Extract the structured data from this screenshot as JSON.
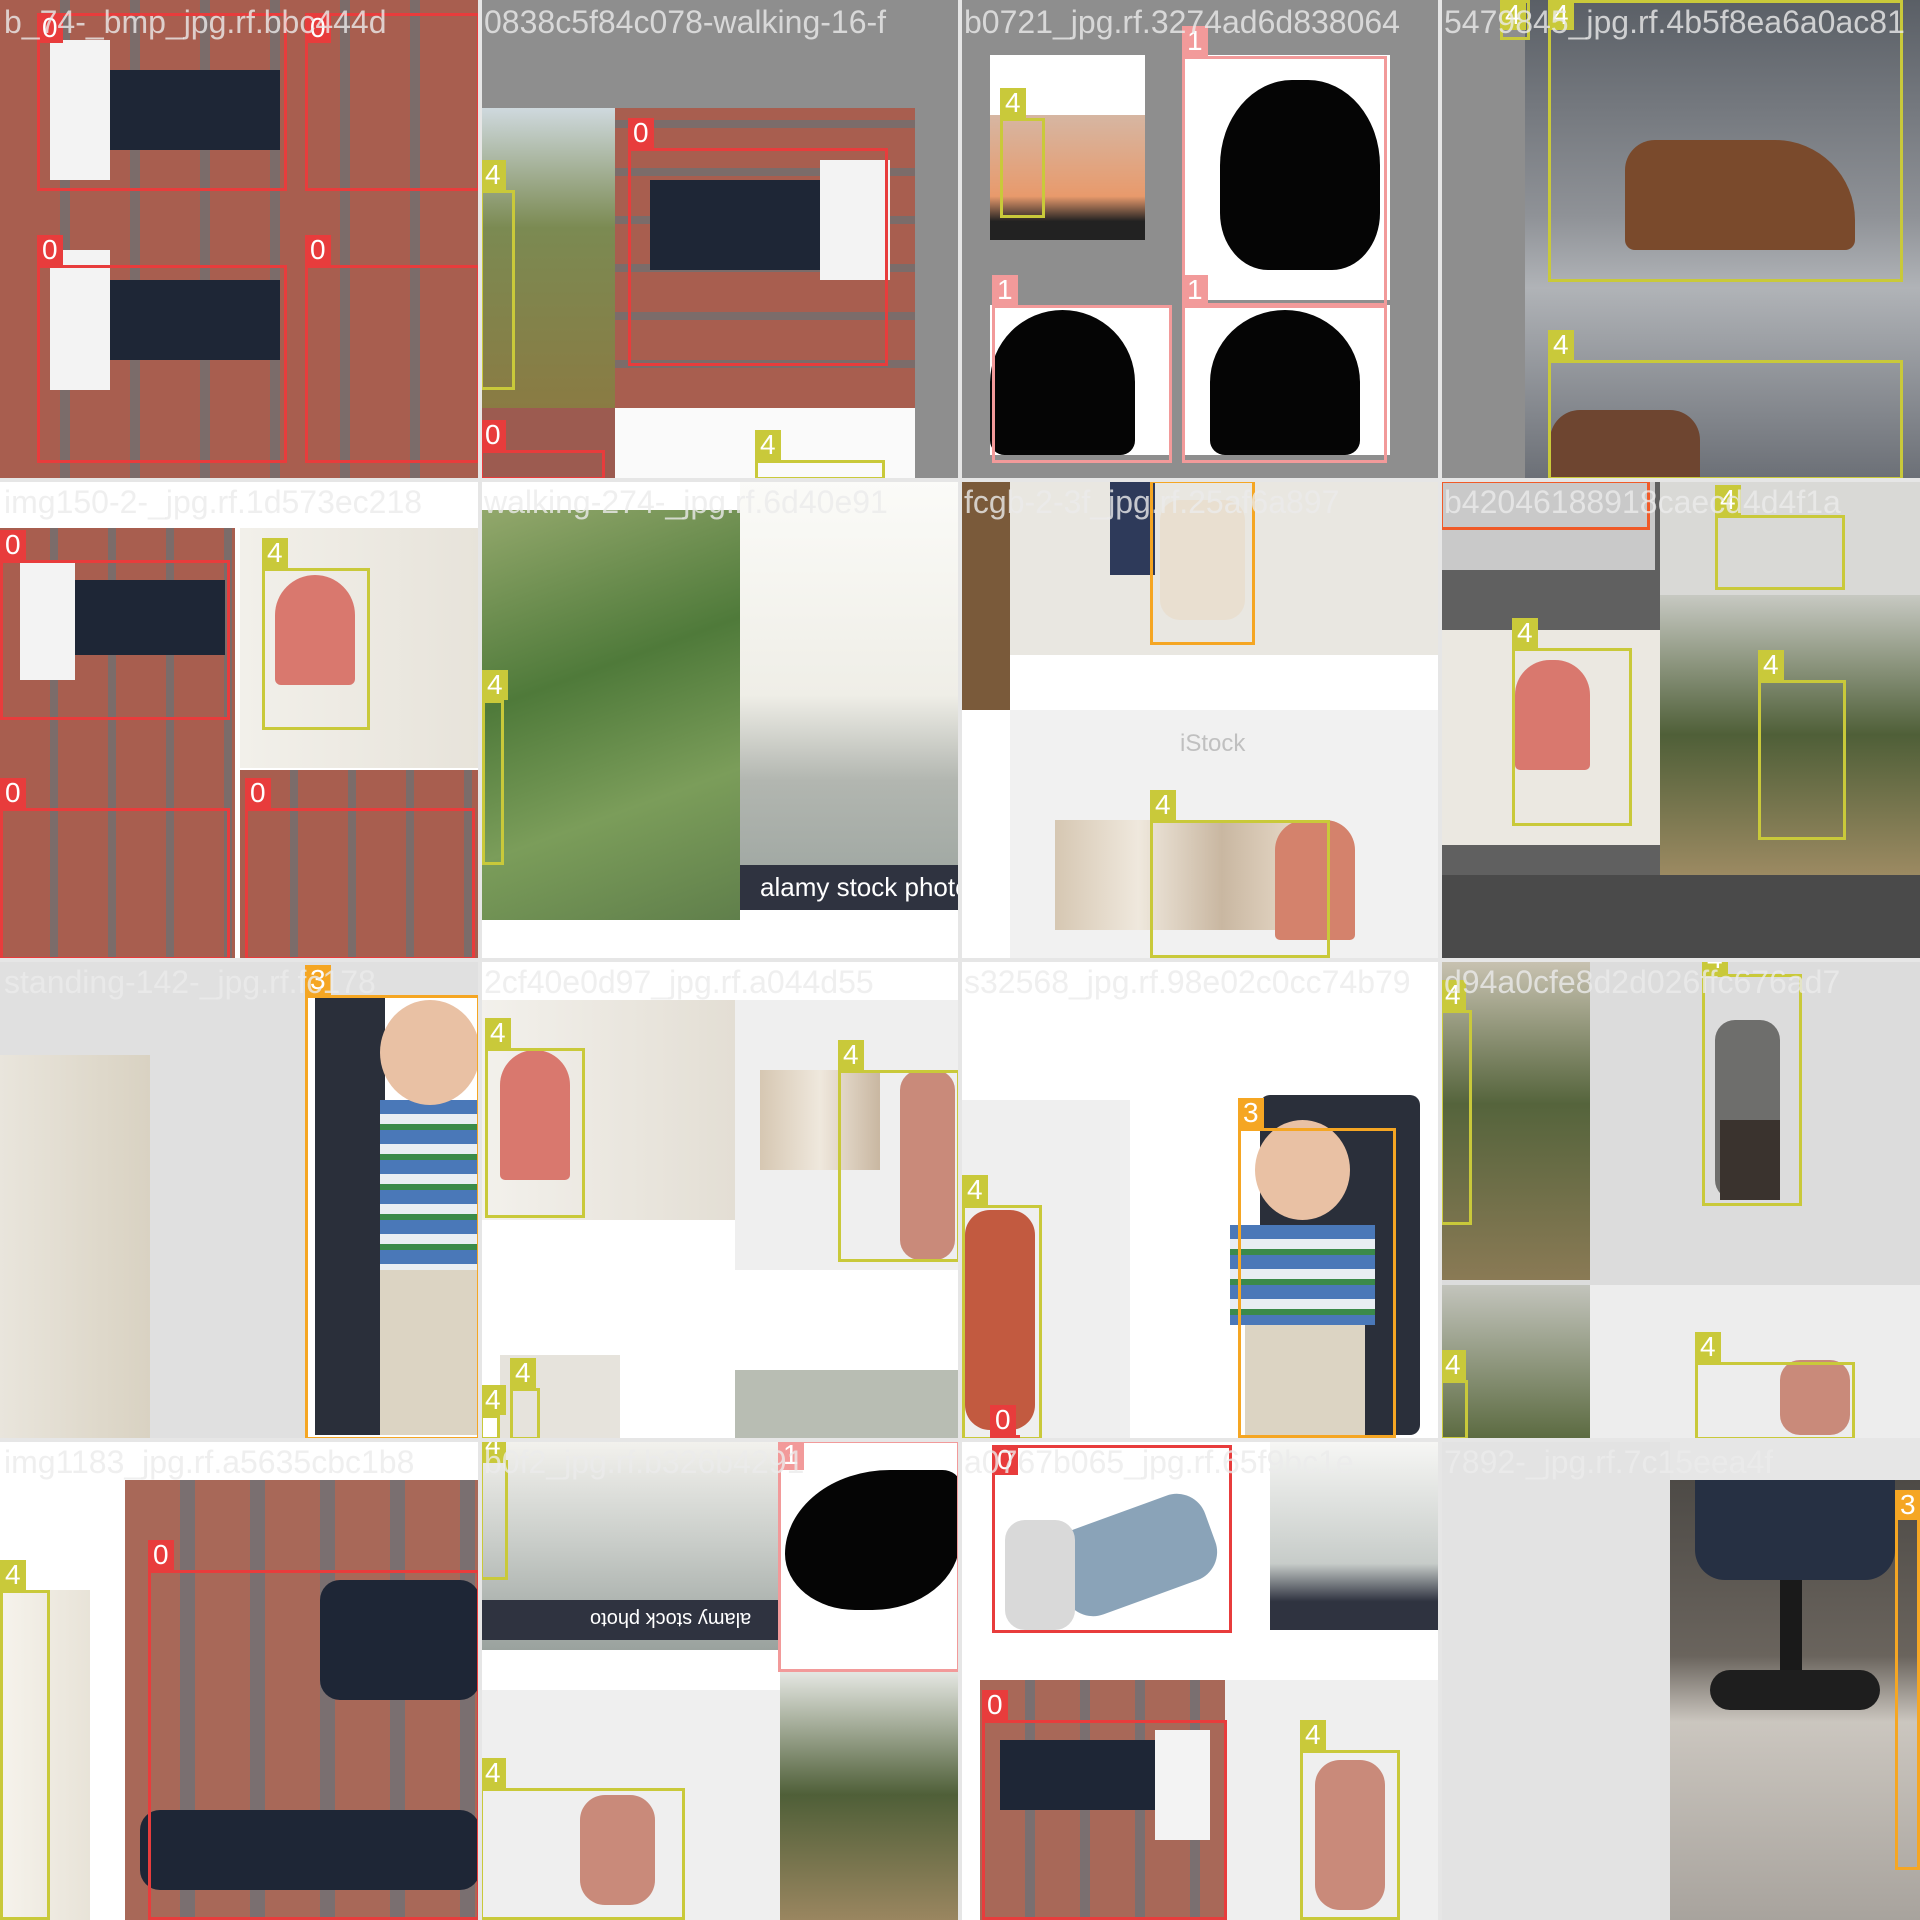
{
  "mosaic": {
    "title": "training batch mosaic",
    "class_colors": {
      "0": "#e83c3c",
      "1": "#f29a9a",
      "2": "#f05a28",
      "3": "#f5a623",
      "4": "#c9c93a"
    },
    "tiles": [
      {
        "name": "b_74-_bmp_jpg.rf.bbc444d",
        "labels": [
          "0",
          "0",
          "0",
          "0"
        ]
      },
      {
        "name": "0838c5f84c078-walking-16-f",
        "labels": [
          "0",
          "4",
          "0",
          "4"
        ]
      },
      {
        "name": "b0721_jpg.rf.3274ad6d838064",
        "labels": [
          "4",
          "1",
          "1",
          "1"
        ]
      },
      {
        "name": "5479845_jpg.rf.4b5f8ea6a0ac81",
        "labels": [
          "4",
          "4",
          "4"
        ]
      },
      {
        "name": "img150-2-_jpg.rf.1d573ec218",
        "labels": [
          "0",
          "4",
          "0",
          "0"
        ]
      },
      {
        "name": "walking-274-_jpg.rf.6d40e91",
        "labels": [
          "4"
        ]
      },
      {
        "name": "fcgb-2-3f_jpg.rf.25af6a897",
        "labels": [
          "3",
          "4"
        ]
      },
      {
        "name": "b42046188918caecd4d4f1a",
        "labels": [
          "2",
          "4",
          "4",
          "4"
        ]
      },
      {
        "name": "standing-142-_jpg.rf.fc178",
        "labels": [
          "3"
        ]
      },
      {
        "name": "2cf40e0d97_jpg.rf.a044d55",
        "labels": [
          "4",
          "4",
          "4",
          "4"
        ]
      },
      {
        "name": "s32568_jpg.rf.98e02c0cc74b79",
        "labels": [
          "4",
          "3",
          "0"
        ]
      },
      {
        "name": "d94a0cfe8d2d026ffc676ad7",
        "labels": [
          "4",
          "4",
          "4",
          "4"
        ]
      },
      {
        "name": "img1183_jpg.rf.a5635cbc1b8",
        "labels": [
          "4",
          "0"
        ]
      },
      {
        "name": "b0f2_jpg.rf.b326b4291",
        "labels": [
          "4",
          "4",
          "1"
        ]
      },
      {
        "name": "a0767b065_jpg.rf.65f9bc1e",
        "labels": [
          "0",
          "0",
          "4"
        ]
      },
      {
        "name": "7892-_jpg.rf.7c15eea4f",
        "labels": [
          "3"
        ]
      }
    ],
    "watermarks": {
      "alamy": "alamy stock photo",
      "istock": "iStock"
    }
  }
}
